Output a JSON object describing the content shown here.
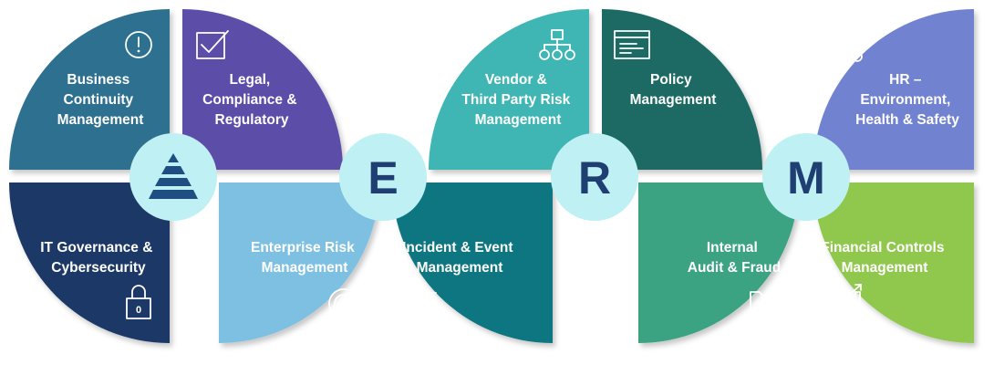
{
  "segments": [
    {
      "id": "business-continuity",
      "lines": [
        "Business",
        "Continuity",
        "Management"
      ],
      "color": "#2f6f8f",
      "icon": "alert-icon"
    },
    {
      "id": "legal-compliance",
      "lines": [
        "Legal,",
        "Compliance &",
        "Regulatory"
      ],
      "color": "#5b4ea8",
      "icon": "checkbox-icon"
    },
    {
      "id": "vendor-risk",
      "lines": [
        "Vendor &",
        "Third Party Risk",
        "Management"
      ],
      "color": "#3fb6b4",
      "icon": "org-chart-icon"
    },
    {
      "id": "policy",
      "lines": [
        "Policy",
        "Management"
      ],
      "color": "#1f6b63",
      "icon": "browser-window-icon"
    },
    {
      "id": "hr-ehs",
      "lines": [
        "HR –",
        "Environment,",
        "Health & Safety"
      ],
      "color": "#6f82d0",
      "icon": "person-gear-icon"
    },
    {
      "id": "it-governance",
      "lines": [
        "IT Governance &",
        "Cybersecurity"
      ],
      "color": "#1d3766",
      "icon": "lock-icon"
    },
    {
      "id": "enterprise-risk",
      "lines": [
        "Enterprise Risk",
        "Management"
      ],
      "color": "#7ec0e2",
      "icon": "radar-icon"
    },
    {
      "id": "incident-event",
      "lines": [
        "Incident & Event",
        "Management"
      ],
      "color": "#0f7680",
      "icon": "sliders-icon"
    },
    {
      "id": "internal-audit",
      "lines": [
        "Internal",
        "Audit & Fraud"
      ],
      "color": "#3aa282",
      "icon": "folder-icon"
    },
    {
      "id": "financial-controls",
      "lines": [
        "Financial Controls",
        "Management"
      ],
      "color": "#8fc84e",
      "icon": "growth-chart-icon"
    }
  ],
  "hubs": [
    {
      "id": "pyramid",
      "letter": "",
      "icon": "pyramid-icon"
    },
    {
      "id": "e",
      "letter": "E"
    },
    {
      "id": "r",
      "letter": "R"
    },
    {
      "id": "m",
      "letter": "M"
    }
  ],
  "colors": {
    "hub_fill": "#bff0f4",
    "hub_text": "#1f3f73",
    "pyramid": "#1f4f82"
  },
  "lock_digit": "0"
}
